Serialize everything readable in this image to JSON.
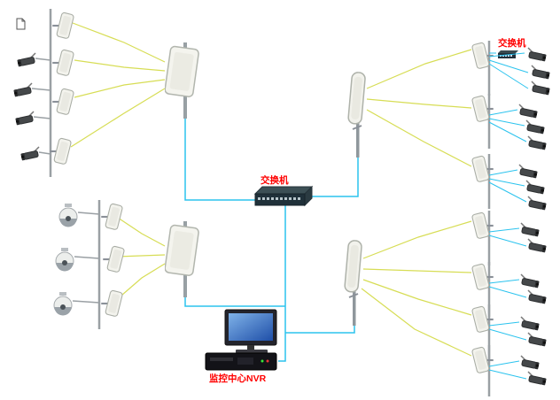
{
  "diagram": {
    "labels": {
      "center_switch": "交换机",
      "remote_switch": "交换机",
      "nvr": "监控中心NVR"
    },
    "colors": {
      "label_red": "#ff0000",
      "wireless_link": "#d7dd55",
      "wired_link": "#2bc3ee",
      "antenna_panel": "#f3f3ed",
      "device_dark": "#20313a"
    },
    "icons": {
      "page-icon": "folded-document-glyph",
      "panel-antenna-icon": "white rounded wireless panel",
      "sector-antenna-icon": "tall white sector antenna",
      "bullet-camera-icon": "dark bullet camera",
      "dome-camera-icon": "white PTZ dome camera",
      "switch-icon": "dark 3D rack switch",
      "mini-switch-icon": "small dark switch box",
      "monitor-icon": "desktop monitor with blue screen",
      "nvr-icon": "black recorder box"
    }
  }
}
